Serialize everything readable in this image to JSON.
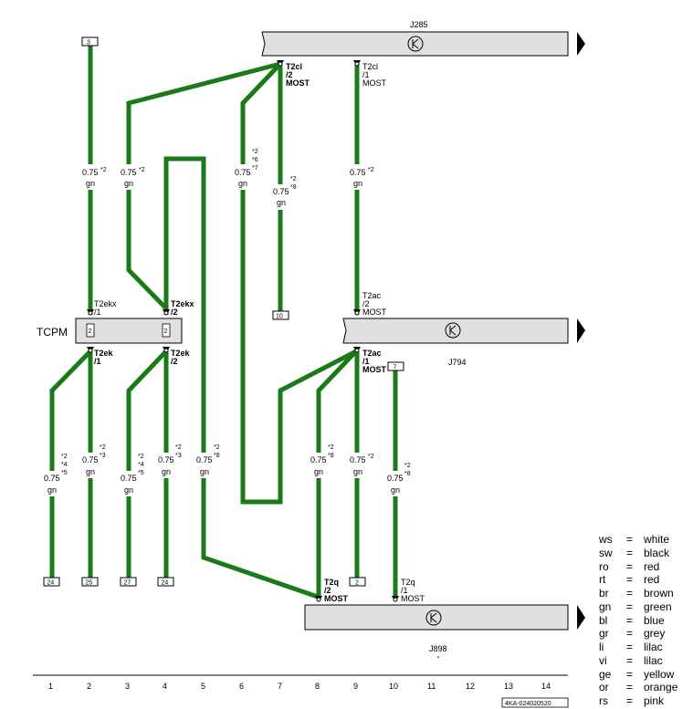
{
  "components": {
    "j285": {
      "label": "J285"
    },
    "j794": {
      "label": "J794"
    },
    "j898": {
      "label": "J898"
    },
    "tcpm": {
      "label": "TCPM",
      "pin_left": "2",
      "pin_right": "2"
    }
  },
  "connectors": {
    "t2cl_2": {
      "name": "T2cl",
      "pin": "/2",
      "bus": "MOST"
    },
    "t2cl_1": {
      "name": "T2cl",
      "pin": "/1",
      "bus": "MOST"
    },
    "t2ac_2": {
      "name": "T2ac",
      "pin": "/2",
      "bus": "MOST"
    },
    "t2ac_1": {
      "name": "T2ac",
      "pin": "/1",
      "bus": "MOST"
    },
    "t2ekx_1": {
      "name": "T2ekx",
      "pin": "/1"
    },
    "t2ekx_2": {
      "name": "T2ekx",
      "pin": "/2"
    },
    "t2ek_1": {
      "name": "T2ek",
      "pin": "/1"
    },
    "t2ek_2": {
      "name": "T2ek",
      "pin": "/2"
    },
    "t2q_2": {
      "name": "T2q",
      "pin": "/2",
      "bus": "MOST"
    },
    "t2q_1": {
      "name": "T2q",
      "pin": "/1",
      "bus": "MOST"
    }
  },
  "wire_labels": [
    {
      "size": "0.75",
      "color": "gn",
      "notes": [
        "*2"
      ]
    },
    {
      "size": "0.75",
      "color": "gn",
      "notes": [
        "*2"
      ]
    },
    {
      "size": "0.75",
      "color": "gn",
      "notes": [
        "*2",
        "*6",
        "*7"
      ]
    },
    {
      "size": "0.75",
      "color": "gn",
      "notes": [
        "*2",
        "*8"
      ]
    },
    {
      "size": "0.75",
      "color": "gn",
      "notes": [
        "*2"
      ]
    },
    {
      "size": "0.75",
      "color": "gn",
      "notes": [
        "*2",
        "*4",
        "*5"
      ]
    },
    {
      "size": "0.75",
      "color": "gn",
      "notes": [
        "*2",
        "*3"
      ]
    },
    {
      "size": "0.75",
      "color": "gn",
      "notes": [
        "*2",
        "*4",
        "*5"
      ]
    },
    {
      "size": "0.75",
      "color": "gn",
      "notes": [
        "*2",
        "*3"
      ]
    },
    {
      "size": "0.75",
      "color": "gn",
      "notes": [
        "*2",
        "*8"
      ]
    },
    {
      "size": "0.75",
      "color": "gn",
      "notes": [
        "*2",
        "*8"
      ]
    },
    {
      "size": "0.75",
      "color": "gn",
      "notes": [
        "*2"
      ]
    },
    {
      "size": "0.75",
      "color": "gn",
      "notes": [
        "*2",
        "*8"
      ]
    }
  ],
  "refs": [
    "3",
    "10",
    "7",
    "24",
    "25",
    "27",
    "24",
    "2"
  ],
  "axis": [
    "1",
    "2",
    "3",
    "4",
    "5",
    "6",
    "7",
    "8",
    "9",
    "10",
    "11",
    "12",
    "13",
    "14"
  ],
  "doc_id": "4KA-024020520",
  "legend": [
    {
      "code": "ws",
      "eq": "=",
      "name": "white"
    },
    {
      "code": "sw",
      "eq": "=",
      "name": "black"
    },
    {
      "code": "ro",
      "eq": "=",
      "name": "red"
    },
    {
      "code": "rt",
      "eq": "=",
      "name": "red"
    },
    {
      "code": "br",
      "eq": "=",
      "name": "brown"
    },
    {
      "code": "gn",
      "eq": "=",
      "name": "green"
    },
    {
      "code": "bl",
      "eq": "=",
      "name": "blue"
    },
    {
      "code": "gr",
      "eq": "=",
      "name": "grey"
    },
    {
      "code": "li",
      "eq": "=",
      "name": "lilac"
    },
    {
      "code": "vi",
      "eq": "=",
      "name": "lilac"
    },
    {
      "code": "ge",
      "eq": "=",
      "name": "yellow"
    },
    {
      "code": "or",
      "eq": "=",
      "name": "orange"
    },
    {
      "code": "rs",
      "eq": "=",
      "name": "pink"
    }
  ],
  "colors": {
    "wire": "#1a7a1a",
    "component_fill": "#e0e0e0"
  }
}
